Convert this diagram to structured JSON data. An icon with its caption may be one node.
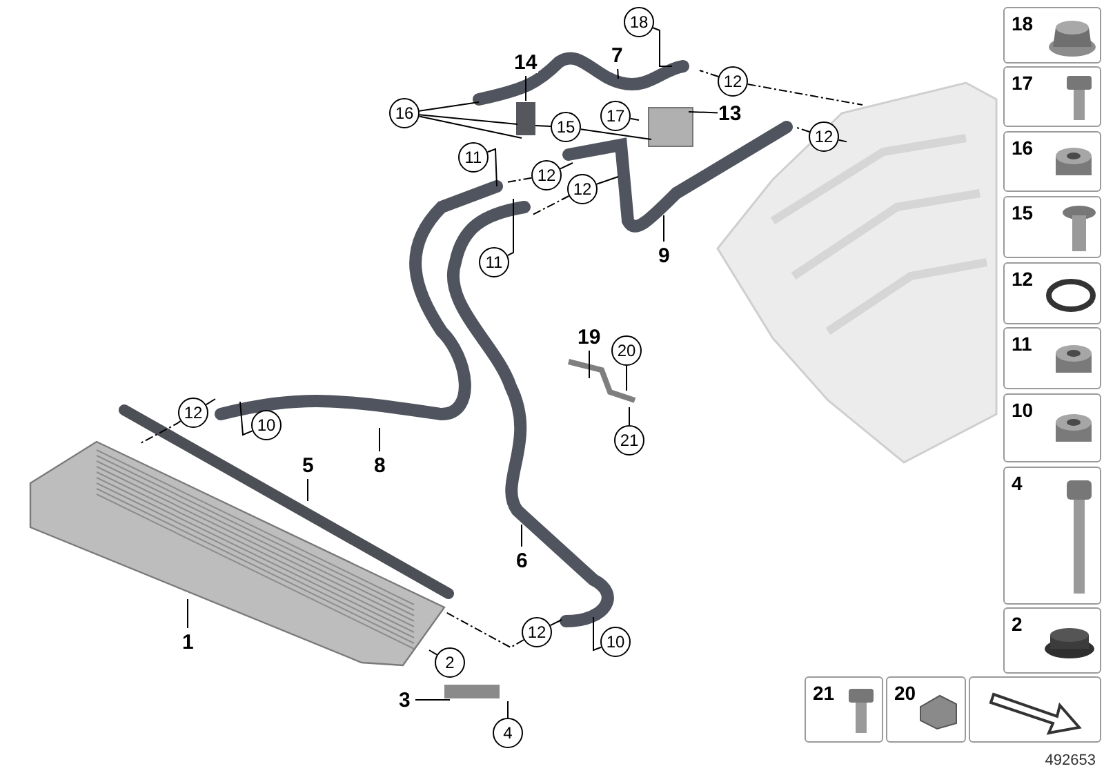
{
  "diagram": {
    "nodes": [
      {
        "text": [
          "18"
        ]
      },
      {
        "text": [
          "7"
        ]
      },
      {
        "text": [
          "14"
        ]
      },
      {
        "text": [
          "12"
        ]
      },
      {
        "text": [
          "16"
        ]
      },
      {
        "text": [
          "13"
        ]
      },
      {
        "text": [
          "17"
        ]
      },
      {
        "text": [
          "15"
        ]
      },
      {
        "text": [
          "12"
        ]
      },
      {
        "text": [
          "11"
        ]
      },
      {
        "text": [
          "12"
        ]
      },
      {
        "text": [
          "12"
        ]
      },
      {
        "text": [
          "9"
        ]
      },
      {
        "text": [
          "11"
        ]
      },
      {
        "text": [
          "19"
        ]
      },
      {
        "text": [
          "20"
        ]
      },
      {
        "text": [
          "12"
        ]
      },
      {
        "text": [
          "10"
        ]
      },
      {
        "text": [
          "21"
        ]
      },
      {
        "text": [
          "5"
        ]
      },
      {
        "text": [
          "8"
        ]
      },
      {
        "text": [
          "6"
        ]
      },
      {
        "text": [
          "12"
        ]
      },
      {
        "text": [
          "1"
        ]
      },
      {
        "text": [
          "10"
        ]
      },
      {
        "text": [
          "2"
        ]
      },
      {
        "text": [
          "3"
        ]
      },
      {
        "text": [
          "4"
        ]
      }
    ],
    "edges": [
      {
        "from": 0,
        "to": null,
        "arrow": "none"
      },
      {
        "from": 1,
        "to": null,
        "arrow": "none"
      },
      {
        "from": 2,
        "to": null,
        "arrow": "none"
      },
      {
        "from": 3,
        "to": null,
        "arrow": "none",
        "style": "dashed"
      },
      {
        "from": 3,
        "to": null,
        "arrow": "none",
        "style": "dashed"
      },
      {
        "from": 4,
        "to": null,
        "arrow": "none"
      },
      {
        "from": 4,
        "to": null,
        "arrow": "none"
      },
      {
        "from": 4,
        "to": null,
        "arrow": "none"
      },
      {
        "from": 5,
        "to": null,
        "arrow": "none"
      },
      {
        "from": 6,
        "to": null,
        "arrow": "none"
      },
      {
        "from": 7,
        "to": null,
        "arrow": "none"
      },
      {
        "from": 7,
        "to": null,
        "arrow": "none"
      },
      {
        "from": 8,
        "to": null,
        "arrow": "none",
        "style": "dashed"
      },
      {
        "from": 8,
        "to": null,
        "arrow": "none",
        "style": "dashed"
      },
      {
        "from": 9,
        "to": null,
        "arrow": "none"
      },
      {
        "from": 10,
        "to": null,
        "arrow": "none"
      },
      {
        "from": 10,
        "to": null,
        "arrow": "none",
        "style": "dashed"
      },
      {
        "from": 11,
        "to": null,
        "arrow": "none",
        "style": "dashed"
      },
      {
        "from": 11,
        "to": null,
        "arrow": "none"
      },
      {
        "from": 12,
        "to": null,
        "arrow": "none"
      },
      {
        "from": 13,
        "to": null,
        "arrow": "none"
      },
      {
        "from": 14,
        "to": null,
        "arrow": "none"
      },
      {
        "from": 15,
        "to": null,
        "arrow": "none"
      },
      {
        "from": 16,
        "to": null,
        "arrow": "none"
      },
      {
        "from": 16,
        "to": null,
        "arrow": "none",
        "style": "dashed"
      },
      {
        "from": 17,
        "to": null,
        "arrow": "none"
      },
      {
        "from": 18,
        "to": null,
        "arrow": "none"
      },
      {
        "from": 19,
        "to": null,
        "arrow": "none"
      },
      {
        "from": 20,
        "to": null,
        "arrow": "none"
      },
      {
        "from": 21,
        "to": null,
        "arrow": "none"
      },
      {
        "from": 22,
        "to": null,
        "arrow": "none"
      },
      {
        "from": 22,
        "to": null,
        "arrow": "none",
        "style": "dashed"
      },
      {
        "from": 23,
        "to": null,
        "arrow": "none"
      },
      {
        "from": 24,
        "to": null,
        "arrow": "none"
      },
      {
        "from": 25,
        "to": null,
        "arrow": "none"
      },
      {
        "from": 26,
        "to": null,
        "arrow": "none"
      },
      {
        "from": 27,
        "to": null,
        "arrow": "none"
      }
    ],
    "labels": [
      "18",
      "17",
      "16",
      "15",
      "12",
      "11",
      "10",
      "4",
      "2",
      "21",
      "20",
      "492653"
    ]
  }
}
